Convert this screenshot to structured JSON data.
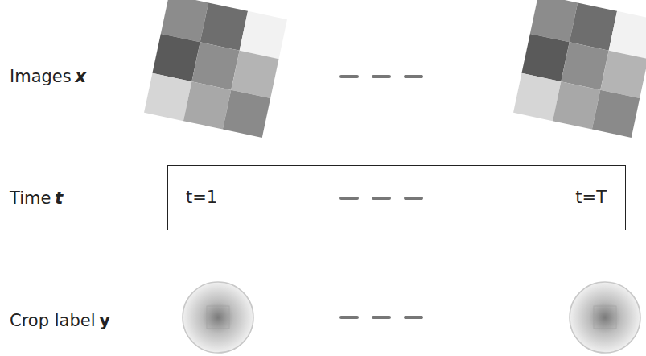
{
  "diagram": {
    "nodes": [
      {
        "text": [
          "t=1",
          "t=T"
        ]
      }
    ],
    "labels": [
      "Images",
      "x",
      "Time",
      "t",
      "Crop label",
      "y"
    ]
  }
}
